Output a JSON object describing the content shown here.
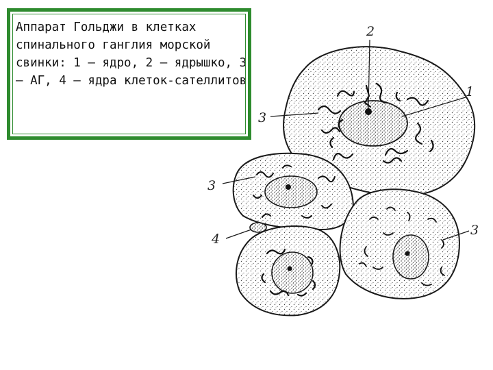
{
  "caption": {
    "text": "Аппарат Гольджи в клетках спинального ганглия морской свинки: 1 – ядро, 2 – ядрышко, 3 – АГ, 4 – ядра клеток-сателлитов",
    "border_color": "#2e8b2e"
  },
  "figure": {
    "labels": {
      "nucleus": "1",
      "nucleolus": "2",
      "golgi_top": "3",
      "golgi_left": "3",
      "golgi_right": "3",
      "satellite": "4"
    },
    "ink_color": "#1a1a1a"
  }
}
